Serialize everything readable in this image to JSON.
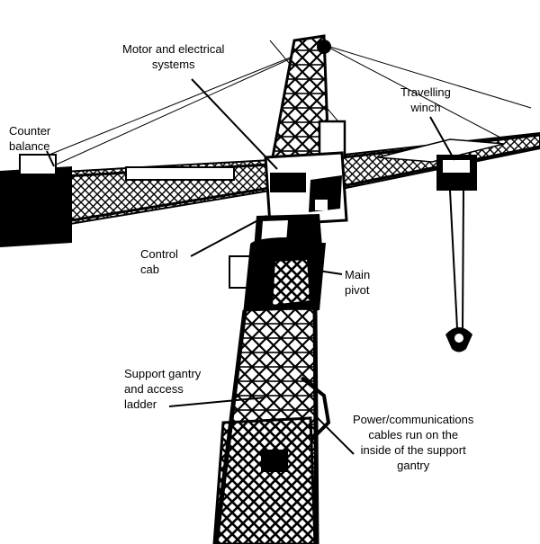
{
  "labels": {
    "motor": [
      "Motor and electrical",
      "systems"
    ],
    "winch": [
      "Travelling",
      "winch"
    ],
    "counter": [
      "Counter",
      "balance"
    ],
    "control": [
      "Control",
      "cab"
    ],
    "pivot": [
      "Main",
      "pivot"
    ],
    "gantry": [
      "Support gantry",
      "and access",
      "ladder"
    ],
    "cables": [
      "Power/communications",
      "cables run on the",
      "inside of the support",
      "gantry"
    ]
  },
  "colors": {
    "ink": "#000000",
    "paper": "#ffffff"
  }
}
